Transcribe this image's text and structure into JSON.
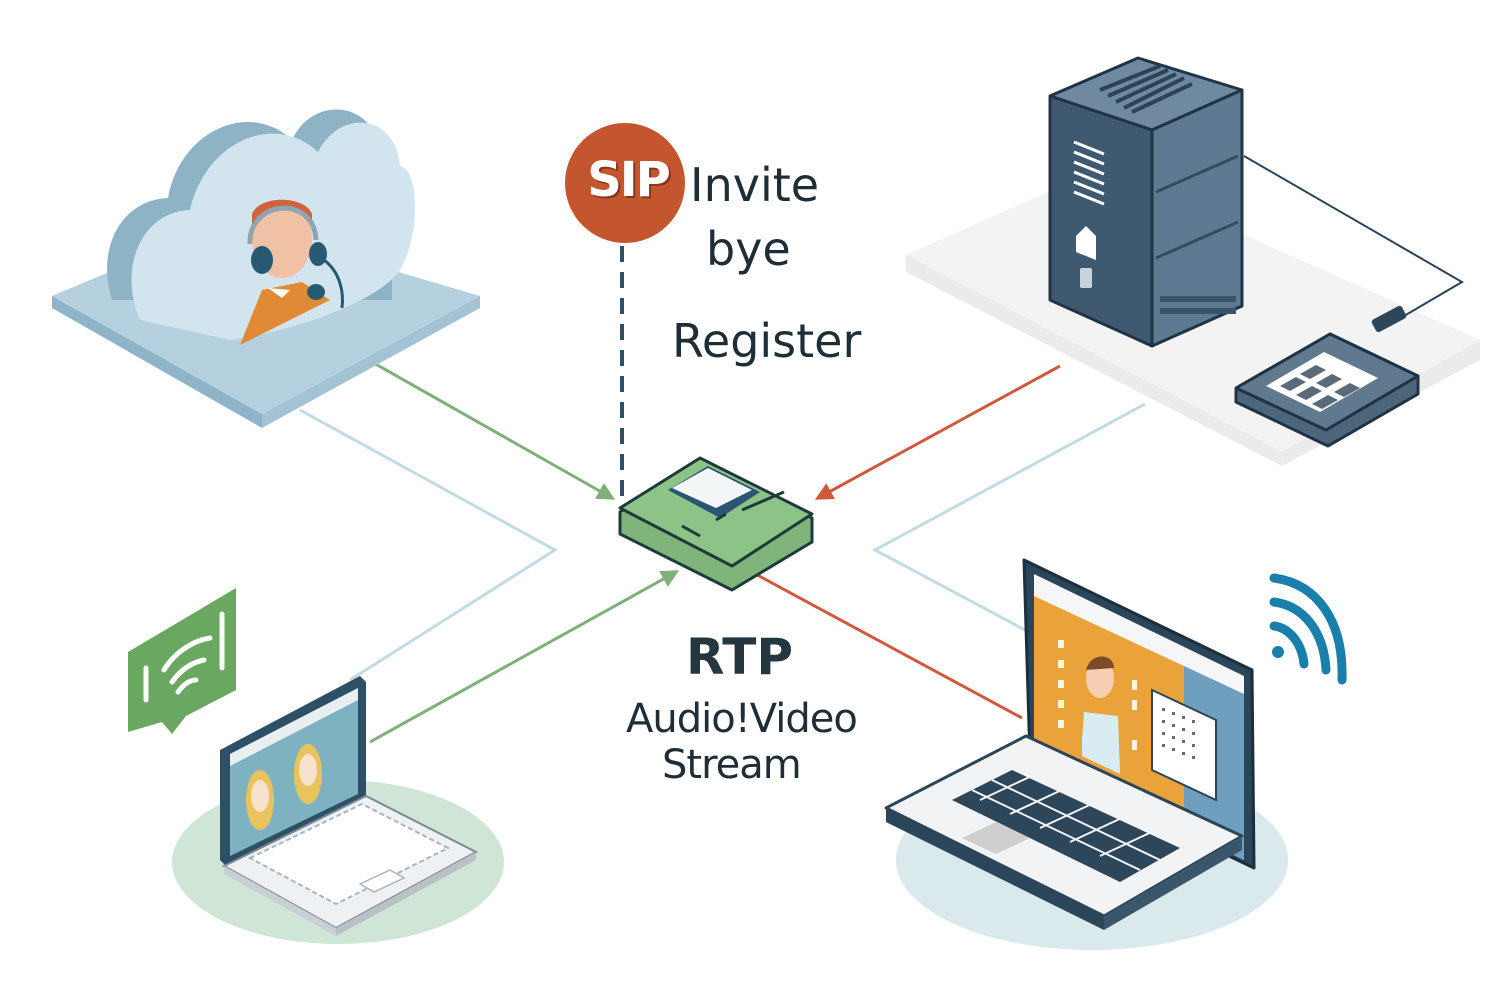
{
  "diagram": {
    "title": "SIP / RTP VoIP network diagram",
    "sip": {
      "badge": "SIP",
      "messages": [
        "Invite",
        "bye",
        "Register"
      ],
      "badge_color": "#c3552f",
      "link_style": "dashed"
    },
    "rtp": {
      "title": "RTP",
      "subtitle_line1": "Audio!Video",
      "subtitle_line2": "Stream"
    },
    "nodes": [
      {
        "id": "cloud-agent",
        "label": "Cloud contact center agent",
        "icon": "cloud-headset-agent-icon"
      },
      {
        "id": "server",
        "label": "SIP server",
        "icon": "server-tower-icon"
      },
      {
        "id": "keypad",
        "label": "IP keypad / phone",
        "icon": "keypad-icon"
      },
      {
        "id": "gateway",
        "label": "VoIP gateway hub",
        "icon": "gateway-router-icon"
      },
      {
        "id": "laptop-left",
        "label": "Video call laptop (left)",
        "icon": "laptop-icon"
      },
      {
        "id": "laptop-right",
        "label": "Video call laptop (right)",
        "icon": "laptop-icon"
      },
      {
        "id": "chat-wifi",
        "label": "Wireless chat bubble",
        "icon": "chat-wifi-icon"
      },
      {
        "id": "wifi",
        "label": "Wi-Fi signal",
        "icon": "wifi-icon"
      }
    ],
    "links": [
      {
        "from": "cloud-agent",
        "to": "gateway",
        "color": "#7fb07a",
        "type": "arrow"
      },
      {
        "from": "cloud-agent",
        "to": "laptop-left",
        "color": "#b9d3dd",
        "type": "line"
      },
      {
        "from": "server",
        "to": "gateway",
        "color": "#cf5a3b",
        "type": "arrow"
      },
      {
        "from": "server",
        "to": "laptop-right",
        "color": "#b9d3dd",
        "type": "line"
      },
      {
        "from": "laptop-left",
        "to": "gateway",
        "color": "#7fb07a",
        "type": "arrow"
      },
      {
        "from": "gateway",
        "to": "laptop-right",
        "color": "#cf5a3b",
        "type": "line"
      },
      {
        "from": "sip-badge",
        "to": "gateway",
        "color": "#2d5266",
        "type": "dashed"
      }
    ],
    "colors": {
      "green": "#6aa862",
      "red": "#cf5a3b",
      "light_blue": "#b9d3dd",
      "navy": "#2d4659",
      "orange": "#e9a332"
    }
  }
}
